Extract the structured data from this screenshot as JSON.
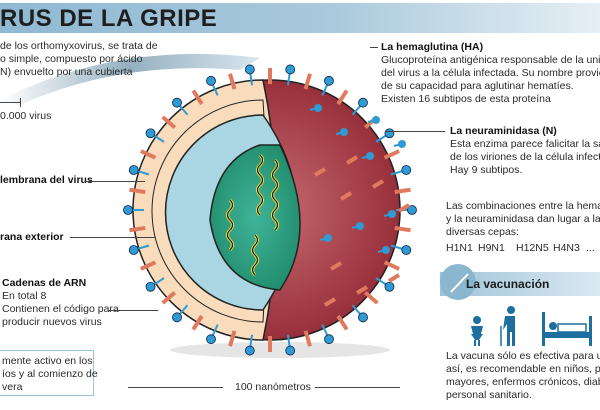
{
  "title": "RUS DE LA GRIPE",
  "intro": {
    "lines": [
      "de los orthomyxovirus, se trata de",
      "o simple, compuesto por ácido",
      "N) envuelto por una cubierta"
    ],
    "scale_label": "0.000 virus"
  },
  "labels": {
    "membrana_virus": "lembrana del virus",
    "membrana_exterior": "rana exterior",
    "arn": {
      "title": "Cadenas de ARN",
      "lines": [
        "En total 8",
        "Contienen el código para",
        "producir nuevos virus"
      ]
    },
    "hemaglutina": {
      "title": "La hemaglutina (HA)",
      "lines": [
        "Glucoproteína antigénica responsable de la unión",
        "del virus a la célula infectada. Su nombre proviene",
        "de su capacidad para aglutinar hematíes.",
        "Existen 16 subtipos de esta proteína"
      ]
    },
    "neuraminidasa": {
      "title": "La neuraminidasa (N)",
      "lines": [
        "Esta enzima parece falicitar la salida",
        "de los viriones de la célula infectada",
        "Hay 9 subtipos."
      ]
    },
    "combinaciones": {
      "lines": [
        "Las combinaciones entre la hemaglu",
        "y la neuraminidasa dan lugar a las",
        "diversas cepas:"
      ],
      "strains": [
        "H1N1",
        "H9N1",
        "H12N5",
        "H4N3",
        "..."
      ]
    }
  },
  "info_box": {
    "lines": [
      "mente activo en los",
      "íos y al comienzo de",
      "vera"
    ]
  },
  "scale": {
    "label": "100 nanómetros"
  },
  "vacunacion": {
    "title": "La vacunación",
    "lines": [
      "La vacuna sólo es efectiva para una",
      "así, es recomendable en niños, perso",
      "mayores, enfermos crónicos, diabétic",
      "personal sanitario."
    ],
    "icons": [
      "child-icon",
      "elderly-person-icon",
      "hospital-bed-icon"
    ]
  },
  "colors": {
    "title_bar": "#8fb9d3",
    "virus_red": "#9b2f3a",
    "spike_blue": "#2f9bd4",
    "spike_orange": "#e07a5f",
    "membrane_cream": "#f8dcbc",
    "inner_blue": "#a9d6e2",
    "core_green": "#2a9a7a",
    "rna_yellow": "#f2e23a",
    "icon_blue": "#1c6f9e"
  }
}
